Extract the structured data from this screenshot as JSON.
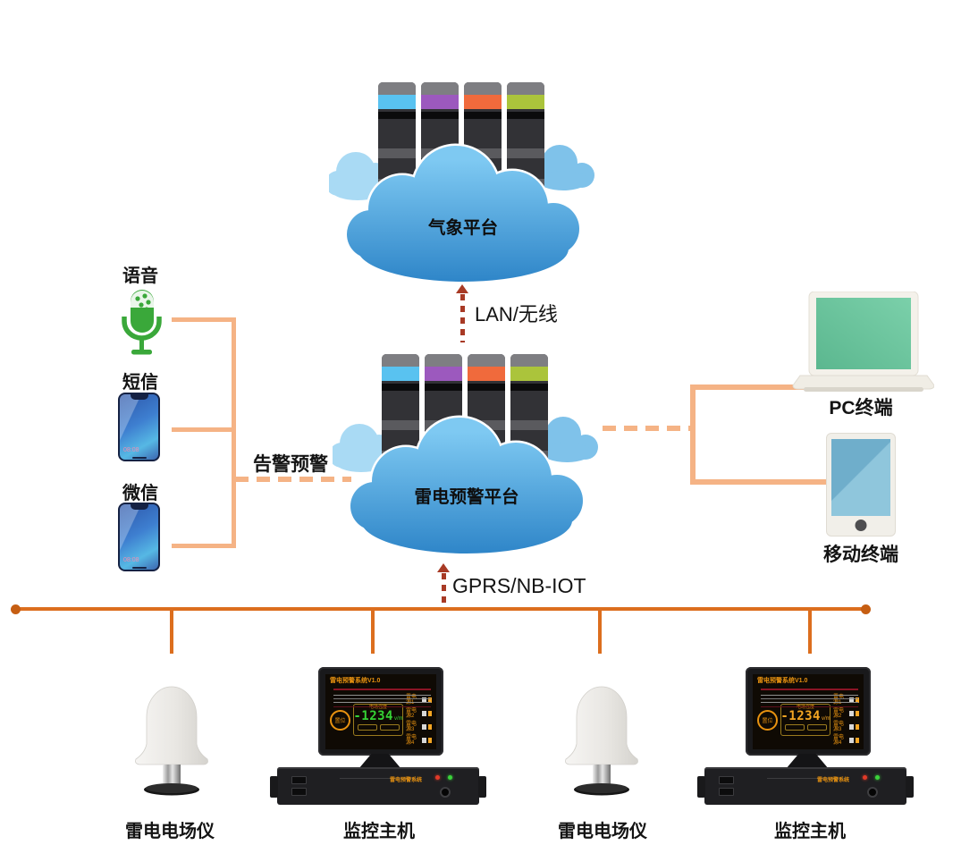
{
  "diagram": {
    "top_platform": {
      "label": "气象平台"
    },
    "mid_platform": {
      "label": "雷电预警平台"
    },
    "links": {
      "lan": "LAN/无线",
      "gprs": "GPRS/NB-IOT",
      "alert": "告警预警"
    },
    "left_channels": [
      {
        "label": "语音",
        "icon": "microphone-icon"
      },
      {
        "label": "短信",
        "icon": "smartphone-icon"
      },
      {
        "label": "微信",
        "icon": "smartphone-icon"
      }
    ],
    "right_terminals": [
      {
        "label": "PC终端",
        "icon": "laptop-icon"
      },
      {
        "label": "移动终端",
        "icon": "tablet-icon"
      }
    ],
    "field_devices": [
      {
        "label": "雷电电场仪"
      },
      {
        "label": "监控主机"
      },
      {
        "label": "雷电电场仪"
      },
      {
        "label": "监控主机"
      }
    ],
    "phone_time": "08:08",
    "monitor_screen": {
      "title": "雷电预警系统V1.0",
      "reset_button": "置位",
      "reading_label": "电场强度",
      "reading_value": "-1234",
      "reading_unit": "v/m",
      "channels": [
        "雷电源1",
        "雷电源2",
        "雷电源3",
        "雷电源4"
      ],
      "rack_label": "雷电预警系统"
    },
    "colors": {
      "bracket_line": "#F5B385",
      "bus_line": "#DC6E1E",
      "dashed_arrow": "#A83A25",
      "cloud_blue": "#3F9AD6",
      "mic_green": "#3AA83A",
      "laptop_screen": "#66C39B",
      "tablet_screen": "#8FC3DB",
      "value_green": "#35D435",
      "value_amber": "#F5A623"
    }
  }
}
